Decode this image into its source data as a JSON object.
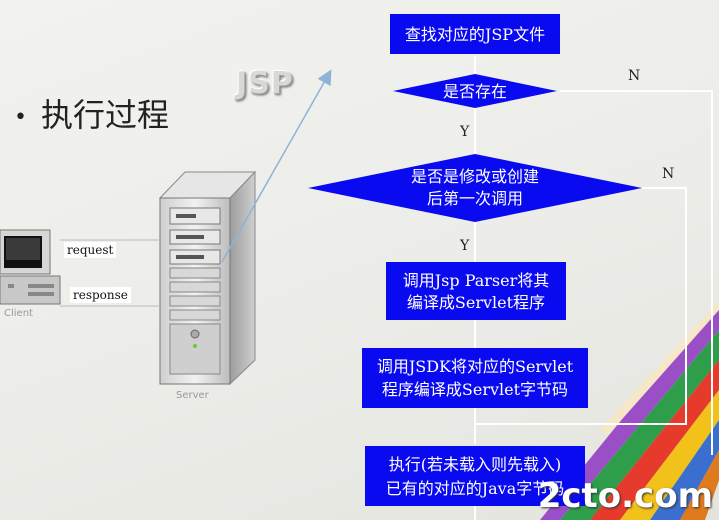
{
  "slide": {
    "bullet": "执行过程",
    "logo_text": "JSP",
    "watermark": "2cto.com",
    "client": {
      "caption": "Client",
      "request": "request",
      "response": "response"
    },
    "server": {
      "caption": "Server"
    }
  },
  "flow": {
    "step1": "查找对应的JSP文件",
    "decision1": "是否存在",
    "decision2_line1": "是否是修改或创建",
    "decision2_line2": "后第一次调用",
    "step2_line1": "调用Jsp Parser将其",
    "step2_line2": "编译成Servlet程序",
    "step3_line1": "调用JSDK将对应的Servlet",
    "step3_line2": "程序编译成Servlet字节码",
    "step4_line1": "执行(若未载入则先载入)",
    "step4_line2": "已有的对应的Java字节码",
    "yes": "Y",
    "no": "N"
  },
  "colors": {
    "box": "#0a0af0",
    "text": "#ffffff",
    "line": "#8fb3d8"
  }
}
